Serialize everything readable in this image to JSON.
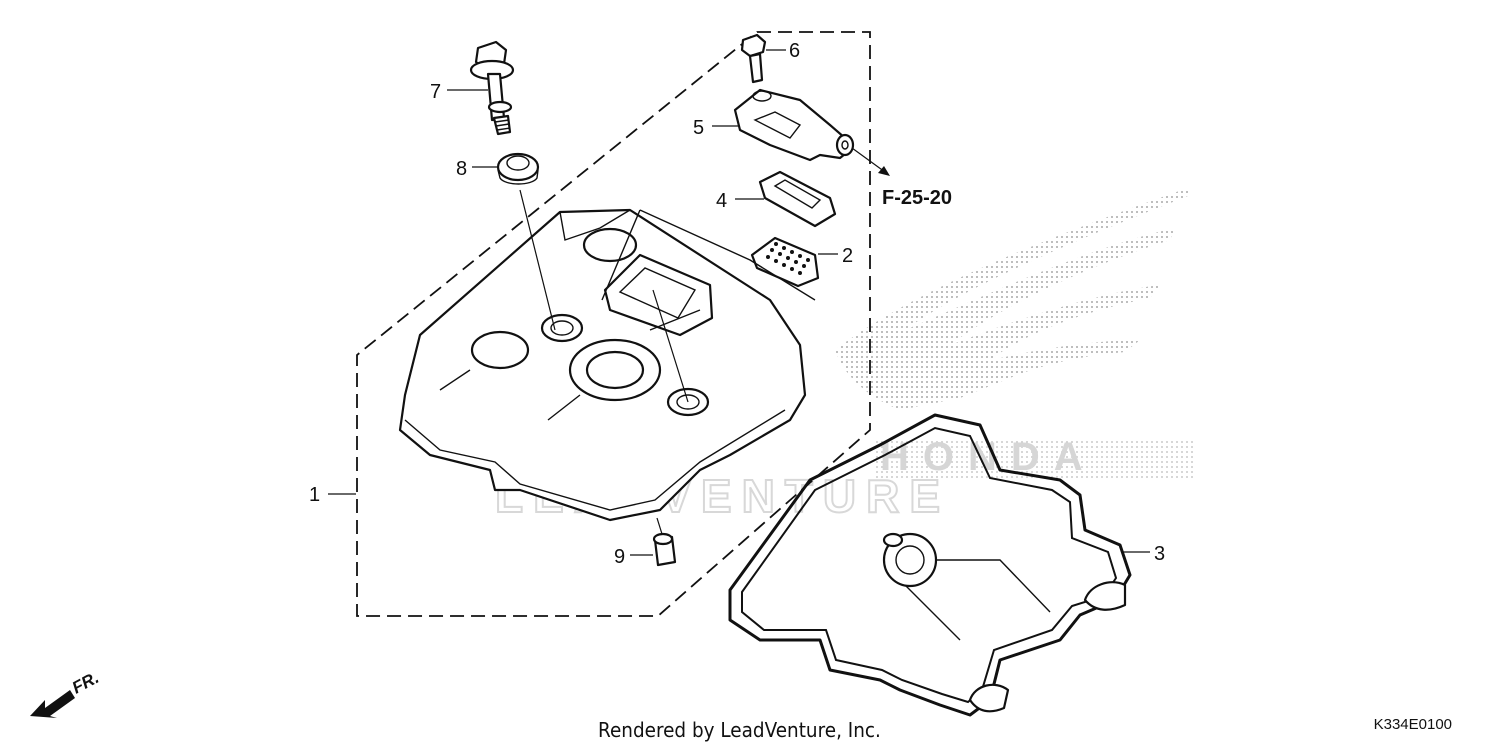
{
  "diagram": {
    "callouts": [
      {
        "id": "1",
        "label": "1"
      },
      {
        "id": "2",
        "label": "2"
      },
      {
        "id": "3",
        "label": "3"
      },
      {
        "id": "4",
        "label": "4"
      },
      {
        "id": "5",
        "label": "5"
      },
      {
        "id": "6",
        "label": "6"
      },
      {
        "id": "7",
        "label": "7"
      },
      {
        "id": "8",
        "label": "8"
      },
      {
        "id": "9",
        "label": "9"
      }
    ],
    "reference": "F-25-20",
    "front_arrow_label": "FR.",
    "watermark_brand": "HONDA",
    "watermark_text": "LEADVENTURE"
  },
  "footer": {
    "rendered_by": "Rendered by LeadVenture, Inc.",
    "diagram_code": "K334E0100"
  }
}
